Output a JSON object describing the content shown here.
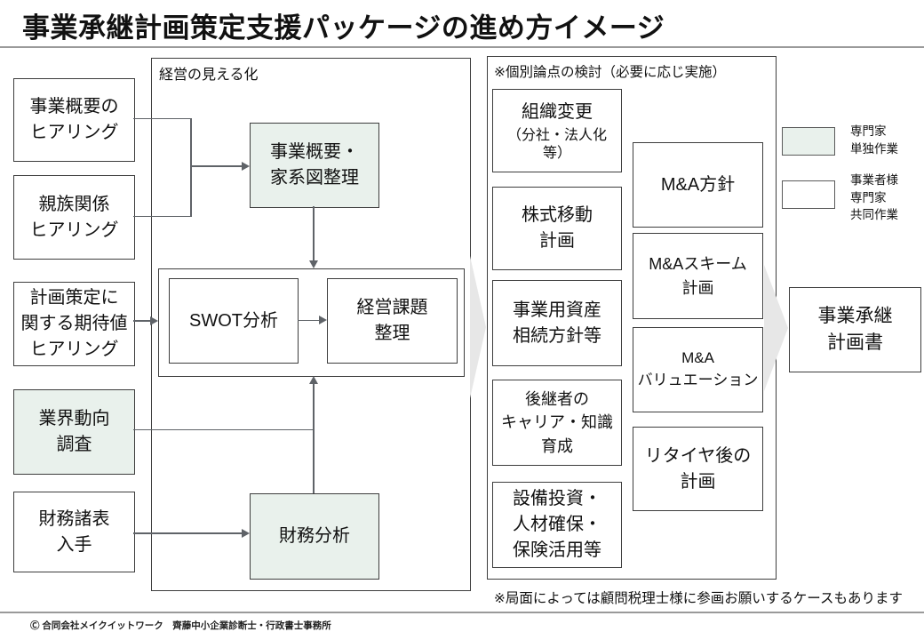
{
  "title": "事業承継計画策定支援パッケージの進め方イメージ",
  "left_column": {
    "items": [
      {
        "label": "事業概要の\nヒアリング"
      },
      {
        "label": "親族関係\nヒアリング"
      },
      {
        "label": "計画策定に\n関する期待値\nヒアリング"
      },
      {
        "label": "業界動向\n調査"
      },
      {
        "label": "財務諸表\n入手"
      }
    ]
  },
  "visualization_panel": {
    "label": "経営の見える化",
    "nodes": {
      "overview_genealogy": "事業概要・\n家系図整理",
      "swot": "SWOT分析",
      "management_issues": "経営課題\n整理",
      "financial_analysis": "財務分析"
    }
  },
  "topics_panel": {
    "label": "※個別論点の検討（必要に応じ実施）",
    "left_items": [
      {
        "label": "組織変更",
        "sublabel": "（分社・法人化\n等）"
      },
      {
        "label": "株式移動\n計画"
      },
      {
        "label": "事業用資産\n相続方針等"
      },
      {
        "label": "後継者の\nキャリア・知識\n育成"
      },
      {
        "label": "設備投資・\n人材確保・\n保険活用等"
      }
    ],
    "right_items": [
      {
        "label": "M&A方針"
      },
      {
        "label": "M&Aスキーム\n計画"
      },
      {
        "label": "M&A\nバリュエーション"
      },
      {
        "label": "リタイヤ後の\n計画"
      }
    ]
  },
  "legend": {
    "expert_label": "専門家\n単独作業",
    "joint_label": "事業者様\n専門家\n共同作業"
  },
  "output_box": {
    "label": "事業承継\n計画書"
  },
  "bottom_note": "※局面によっては顧問税理士様に参画お願いするケースもあります",
  "footer": "Ⓒ 合同会社メイクイットワーク　齊藤中小企業診断士・行政書士事務所",
  "colors": {
    "expert_fill": "#e9f1ec",
    "joint_fill": "#ffffff",
    "border": "#3d3d3d",
    "connector": "#5f6368",
    "chevron": "#e7e7e7"
  }
}
